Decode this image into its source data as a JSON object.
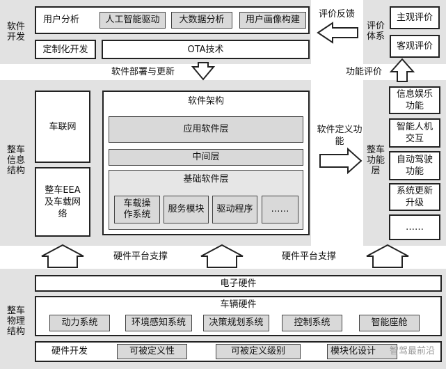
{
  "software_dev": {
    "side_label": "软件开发",
    "items": [
      "用户分析",
      "人工智能驱动",
      "大数据分析",
      "用户画像构建"
    ],
    "custom_dev": "定制化开发",
    "ota": "OTA技术"
  },
  "eval_system": {
    "side_label": "评价体系",
    "subjective": "主观评价",
    "objective": "客观评价"
  },
  "info_structure": {
    "side_label": "整车信息结构",
    "iov": "车联网",
    "eea": "整车EEA及车载网络",
    "software_architecture": {
      "title": "软件架构",
      "application_layer": "应用软件层",
      "middle_layer": "中间层",
      "base_layer": {
        "title": "基础软件层",
        "items": [
          "车载操作系统",
          "服务模块",
          "驱动程序",
          "……"
        ]
      }
    }
  },
  "function_layer": {
    "side_label": "整车功能层",
    "items": [
      "信息娱乐功能",
      "智能人机交互",
      "自动驾驶功能",
      "系统更新升级",
      "……"
    ]
  },
  "physical_structure": {
    "side_label": "整车物理结构",
    "electronic_hardware": "电子硬件",
    "vehicle_hardware": {
      "title": "车辆硬件",
      "items": [
        "动力系统",
        "环境感知系统",
        "决策规划系统",
        "控制系统",
        "智能座舱"
      ]
    },
    "hardware_dev": {
      "title": "硬件开发",
      "items": [
        "可被定义性",
        "可被定义级别",
        "模块化设计"
      ]
    }
  },
  "connectors": {
    "evaluation_feedback": "评价反馈",
    "deployment_update": "软件部署与更新",
    "functional_evaluation": "功能评价",
    "software_defined_function": "软件定义功能",
    "hardware_platform_support": "硬件平台支撑"
  },
  "watermark": "智驾最前沿"
}
